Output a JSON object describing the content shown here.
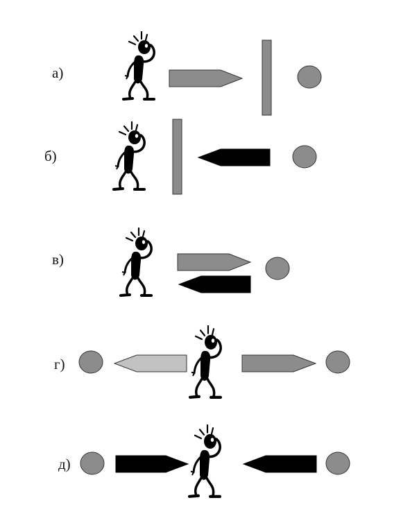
{
  "colors": {
    "figure": "#000000",
    "gray_arrow": "#8c8c8c",
    "light_arrow": "#c2c2c2",
    "dark_arrow": "#000000",
    "wall": "#8c8c8c",
    "ball": "#8c8c8c",
    "outline": "#333333"
  },
  "icons": {
    "figure": "scratching-head-figure-icon",
    "arrow": "arrow-icon",
    "wall": "wall-icon",
    "ball": "circle-icon"
  },
  "rows": [
    {
      "label": "а)"
    },
    {
      "label": "б)"
    },
    {
      "label": "в)"
    },
    {
      "label": "г)"
    },
    {
      "label": "д)"
    }
  ]
}
